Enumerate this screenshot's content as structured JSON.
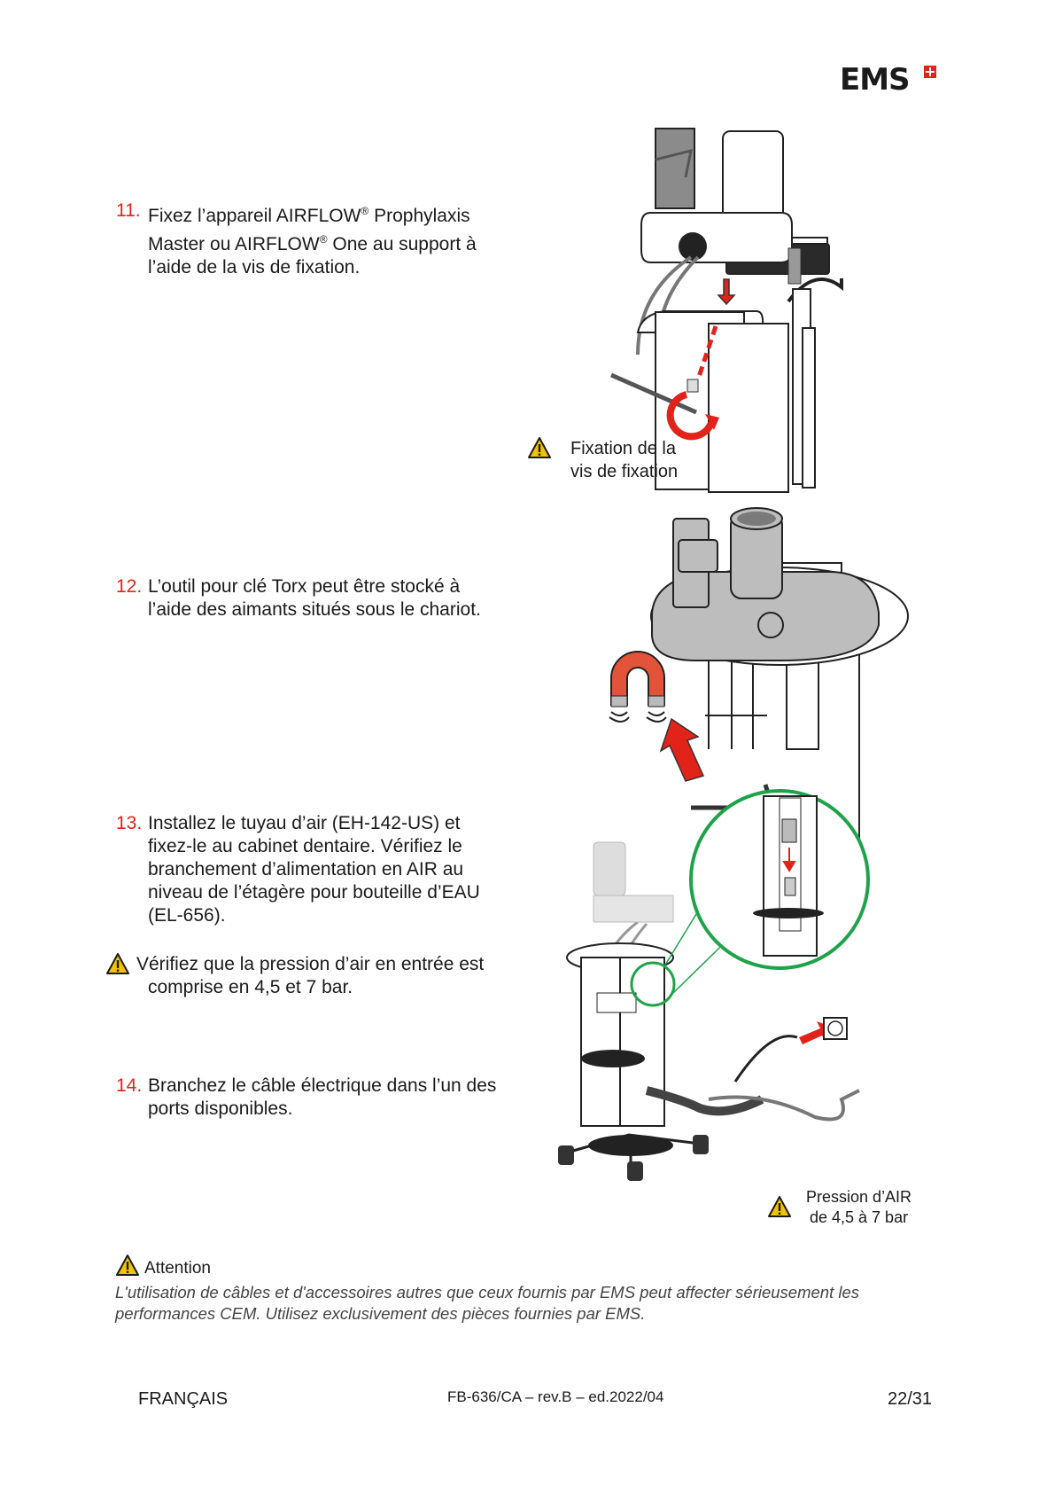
{
  "header": {
    "logo_text": "EMS"
  },
  "steps": [
    {
      "num": "11.",
      "l1a": "Fixez l’appareil AIRFLOW",
      "l1b": " Prophylaxis",
      "l2a": "Master ou AIRFLOW",
      "l2b": " One au support à",
      "l3": "l’aide de la vis de fixation.",
      "reg": "®"
    },
    {
      "num": "12.",
      "lines": [
        "L’outil pour clé Torx peut être stocké à",
        "l’aide des aimants situés sous le chariot."
      ]
    },
    {
      "num": "13.",
      "lines": [
        "Installez le tuyau d’air (EH-142-US) et",
        "fixez-le au cabinet dentaire. Vérifiez le",
        "branchement d’alimentation en AIR au",
        "niveau de l’étagère pour bouteille d’EAU",
        "(EL-656)."
      ]
    },
    {
      "num": "14.",
      "lines": [
        "Branchez le câble électrique dans l’un des",
        "ports disponibles."
      ]
    }
  ],
  "warning_13": {
    "line1": "Vérifiez que la pression d’air en entrée est",
    "line2": "comprise en 4,5 et 7 bar."
  },
  "figure1_caption": {
    "line1": "Fixation de la",
    "line2": "vis de fixation"
  },
  "figure3_caption": {
    "line1": "Pression d’AIR",
    "line2": "de 4,5 à 7 bar"
  },
  "attention": {
    "title": "Attention",
    "body_line1": "L'utilisation de câbles et d'accessoires autres que ceux fournis par EMS peut affecter sérieusement les",
    "body_line2": "performances CEM. Utilisez exclusivement des pièces fournies par EMS."
  },
  "footer": {
    "language": "FRANÇAIS",
    "doc_ref": "FB-636/CA – rev.B –  ed.2022/04",
    "page": "22/31"
  },
  "colors": {
    "accent_red": "#e2231a",
    "callout_green": "#1fa34a",
    "warning_yellow": "#f2c300"
  },
  "icons": [
    "warning-icon",
    "swiss-cross-icon",
    "magnet-icon",
    "arrow-icon",
    "rotate-arrow-icon",
    "power-socket-icon"
  ]
}
